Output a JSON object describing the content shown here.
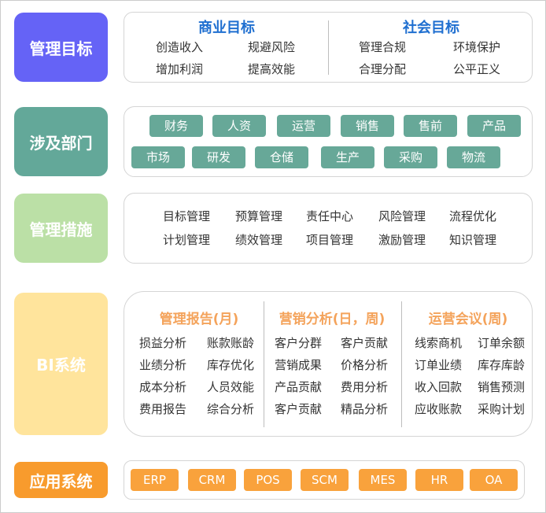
{
  "goals": {
    "label": "管理目标",
    "business": {
      "title": "商业目标",
      "items": [
        "创造收入",
        "规避风险",
        "增加利润",
        "提高效能"
      ]
    },
    "social": {
      "title": "社会目标",
      "items": [
        "管理合规",
        "环境保护",
        "合理分配",
        "公平正义"
      ]
    }
  },
  "departments": {
    "label": "涉及部门",
    "row1": [
      "财务",
      "人资",
      "运营",
      "销售",
      "售前",
      "产品"
    ],
    "row2": [
      "市场",
      "研发",
      "仓储",
      "生产",
      "采购",
      "物流"
    ]
  },
  "measures": {
    "label": "管理措施",
    "row1": [
      "目标管理",
      "预算管理",
      "责任中心",
      "风险管理",
      "流程优化"
    ],
    "row2": [
      "计划管理",
      "绩效管理",
      "项目管理",
      "激励管理",
      "知识管理"
    ]
  },
  "bi": {
    "label": "BI系统",
    "columns": [
      {
        "title": "管理报告(月)",
        "rows": [
          [
            "损益分析",
            "账款账龄"
          ],
          [
            "业绩分析",
            "库存优化"
          ],
          [
            "成本分析",
            "人员效能"
          ],
          [
            "费用报告",
            "综合分析"
          ]
        ]
      },
      {
        "title": "营销分析(日，周)",
        "rows": [
          [
            "客户分群",
            "客户贡献"
          ],
          [
            "营销成果",
            "价格分析"
          ],
          [
            "产品贡献",
            "费用分析"
          ],
          [
            "客户贡献",
            "精品分析"
          ]
        ]
      },
      {
        "title": "运营会议(周)",
        "rows": [
          [
            "线索商机",
            "订单余额"
          ],
          [
            "订单业绩",
            "库存库龄"
          ],
          [
            "收入回款",
            "销售预测"
          ],
          [
            "应收账款",
            "采购计划"
          ]
        ]
      }
    ]
  },
  "apps": {
    "label": "应用系统",
    "items": [
      "ERP",
      "CRM",
      "POS",
      "SCM",
      "MES",
      "HR",
      "OA"
    ]
  },
  "colors": {
    "goals_label": "#6563f6",
    "departments_label": "#63a899",
    "measures_label": "#bbe0a6",
    "bi_label": "#ffe49c",
    "apps_label": "#f89b2d",
    "department_pill": "#67a898",
    "app_pill": "#f9a23c",
    "goal_heading": "#1f6fd0",
    "bi_heading": "#f4a35b"
  }
}
